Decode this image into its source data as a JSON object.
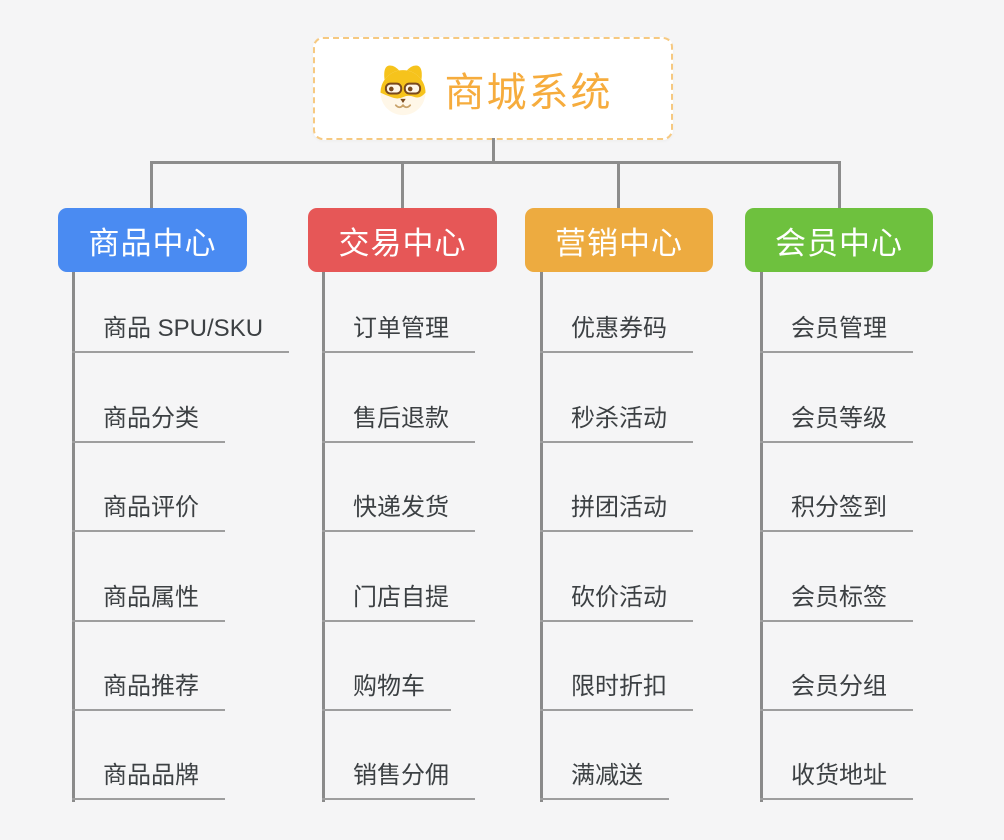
{
  "root": {
    "title": "商城系统",
    "accent_color": "#f6ac3d",
    "border_color": "#f6c981",
    "icon": "dog-icon"
  },
  "branches": [
    {
      "label": "商品中心",
      "color": "#4a8bf2",
      "children": [
        "商品 SPU/SKU",
        "商品分类",
        "商品评价",
        "商品属性",
        "商品推荐",
        "商品品牌"
      ]
    },
    {
      "label": "交易中心",
      "color": "#e65757",
      "children": [
        "订单管理",
        "售后退款",
        "快递发货",
        "门店自提",
        "购物车",
        "销售分佣"
      ]
    },
    {
      "label": "营销中心",
      "color": "#edab40",
      "children": [
        "优惠券码",
        "秒杀活动",
        "拼团活动",
        "砍价活动",
        "限时折扣",
        "满减送"
      ]
    },
    {
      "label": "会员中心",
      "color": "#6ec13e",
      "children": [
        "会员管理",
        "会员等级",
        "积分签到",
        "会员标签",
        "会员分组",
        "收货地址"
      ]
    }
  ]
}
